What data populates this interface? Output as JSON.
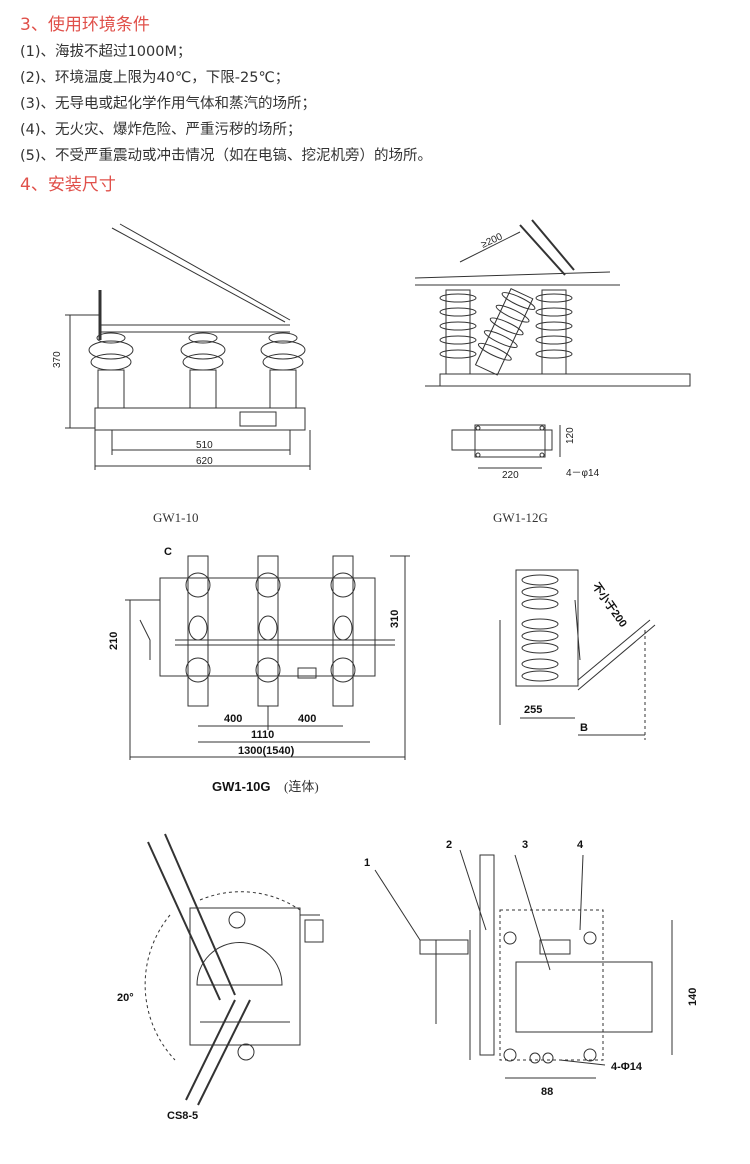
{
  "section3": {
    "title": "3、使用环境条件",
    "items": [
      "(1)、海拔不超过1000M；",
      "(2)、环境温度上限为40℃，下限-25℃；",
      "(3)、无导电或起化学作用气体和蒸汽的场所；",
      "(4)、无火灾、爆炸危险、严重污秽的场所；",
      "(5)、不受严重震动或冲击情况（如在电镐、挖泥机旁）的场所。"
    ]
  },
  "section4": {
    "title": "4、安装尺寸"
  },
  "drawings": {
    "gw1_10": {
      "caption": "GW1-10",
      "dim_height": "370",
      "dim_inner": "510",
      "dim_outer": "620"
    },
    "gw1_12g": {
      "caption": "GW1-12G",
      "dim_angle": "≥200",
      "dim_height": "120",
      "dim_width": "220",
      "dim_holes": "4－φ14"
    },
    "gw1_10g": {
      "caption": "GW1-10G",
      "caption_suffix": "(连体)",
      "label_c": "C",
      "dim_left": "210",
      "dim_right": "310",
      "dim_a": "400",
      "dim_b": "400",
      "dim_inner": "1110",
      "dim_outer": "1300(1540)"
    },
    "side": {
      "dim_255": "255",
      "label_b": "B",
      "note": "不小于200"
    },
    "cs8": {
      "caption": "CS8-5",
      "angle": "20°"
    },
    "mechanism": {
      "label_1": "1",
      "label_2": "2",
      "label_3": "3",
      "label_4": "4",
      "dim_height": "140",
      "dim_width": "88",
      "dim_holes": "4-Φ14"
    }
  }
}
